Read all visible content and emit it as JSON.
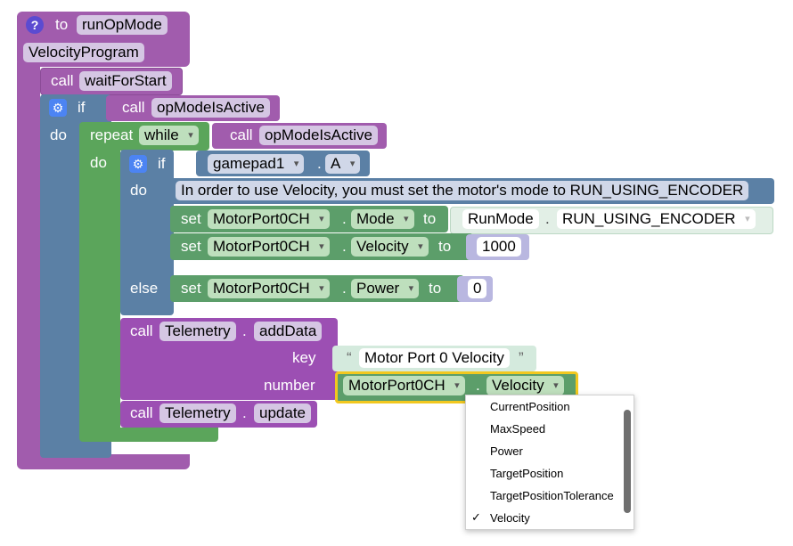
{
  "function": {
    "to": "to",
    "name": "runOpMode",
    "class_name": "VelocityProgram"
  },
  "call_wait": {
    "call": "call",
    "name": "waitForStart"
  },
  "if1": {
    "if": "if",
    "do": "do",
    "call": "call",
    "cond": "opModeIsActive"
  },
  "repeat": {
    "label": "repeat",
    "mode": "while",
    "do": "do",
    "call": "call",
    "cond": "opModeIsActive"
  },
  "if2": {
    "if": "if",
    "do": "do",
    "else": "else",
    "gamepad": "gamepad1",
    "dot": ".",
    "button": "A"
  },
  "comment": "In order to use Velocity, you must set the motor's mode to RUN_USING_ENCODER",
  "set_mode": {
    "set": "set",
    "motor": "MotorPort0CH",
    "dot": ".",
    "prop": "Mode",
    "to": "to",
    "enum": "RunMode",
    "dot2": ".",
    "value": "RUN_USING_ENCODER"
  },
  "set_velocity": {
    "set": "set",
    "motor": "MotorPort0CH",
    "dot": ".",
    "prop": "Velocity",
    "to": "to",
    "value": "1000"
  },
  "set_power": {
    "set": "set",
    "motor": "MotorPort0CH",
    "dot": ".",
    "prop": "Power",
    "to": "to",
    "value": "0"
  },
  "telemetry_add": {
    "call": "call",
    "obj": "Telemetry",
    "dot": ".",
    "method": "addData",
    "key_label": "key",
    "number_label": "number",
    "key_open": "“",
    "key_value": "Motor Port 0 Velocity",
    "key_close": "”",
    "num_motor": "MotorPort0CH",
    "num_dot": ".",
    "num_prop": "Velocity"
  },
  "telemetry_update": {
    "call": "call",
    "obj": "Telemetry",
    "dot": ".",
    "method": "update"
  },
  "dropdown_menu": {
    "items": [
      "CurrentPosition",
      "MaxSpeed",
      "Power",
      "TargetPosition",
      "TargetPositionTolerance",
      "Velocity"
    ],
    "selected": "Velocity",
    "check": "✓"
  },
  "icons": {
    "help": "?",
    "gear": "⚙",
    "arrow": "▾"
  },
  "colors": {
    "procedure": "#a15cad",
    "logic": "#5b80a5",
    "loop": "#5ba55b",
    "comment": "#5b80a5",
    "motor_set": "#5c9e6a",
    "telemetry": "#9c4fb3",
    "text": "#a3d0b5",
    "number": "#b9b7e0",
    "highlight": "#f2c81f"
  }
}
